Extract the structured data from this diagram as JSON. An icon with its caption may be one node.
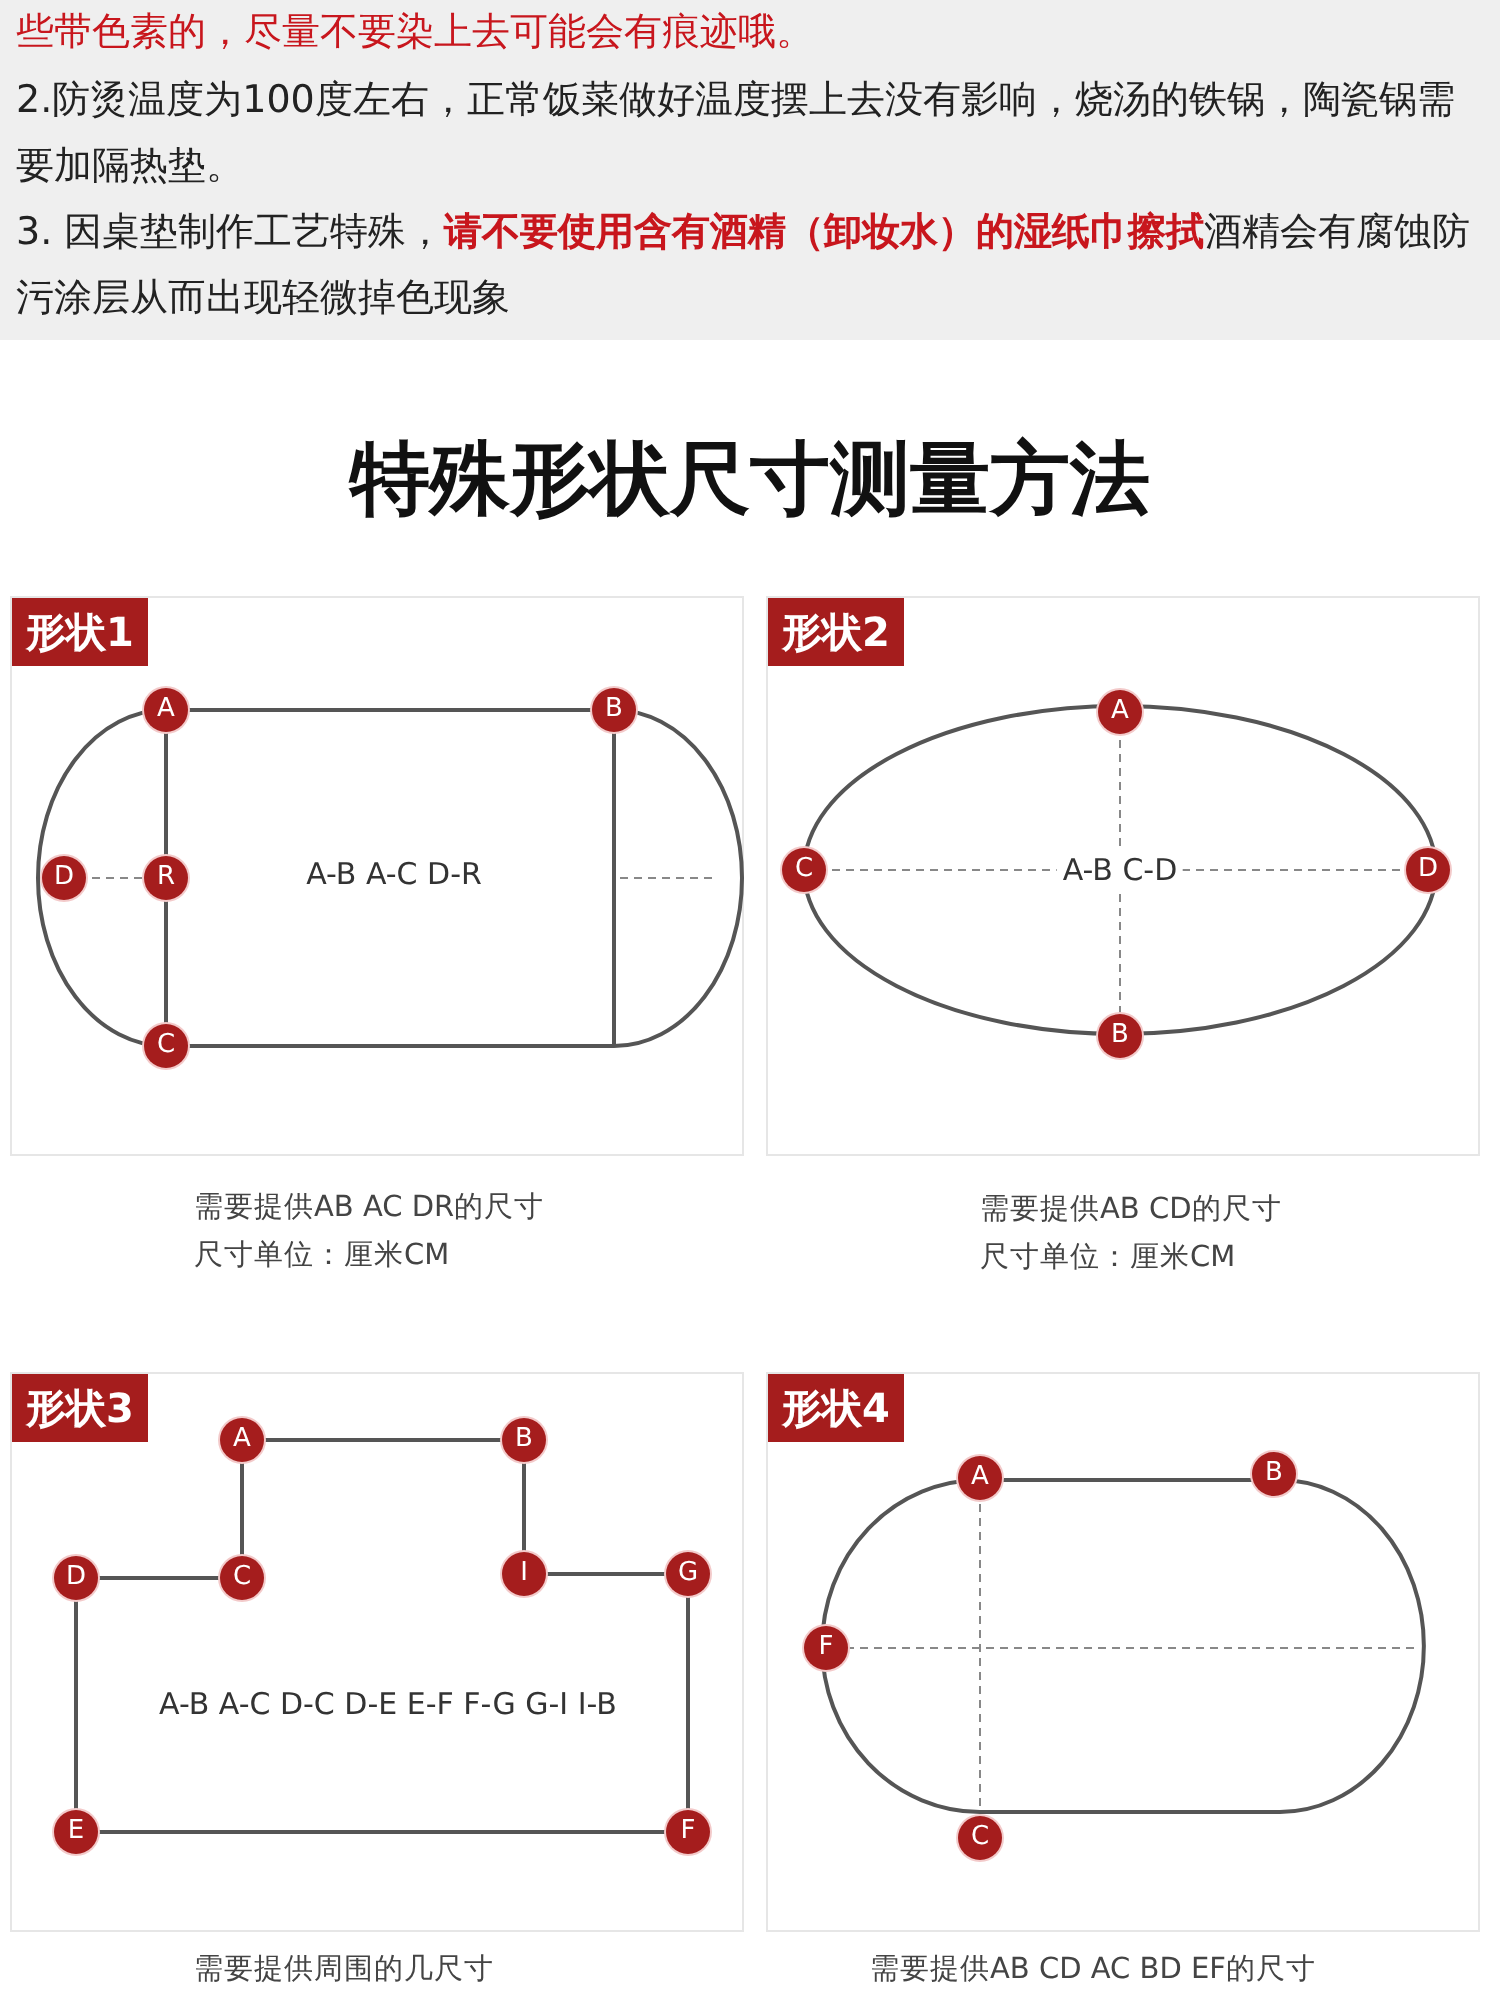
{
  "diagram": {
    "title": "特殊形状尺寸测量方法",
    "nodes": [
      {
        "text": [
          "形状1",
          "A-B  A-C  D-R"
        ],
        "beside": [
          "需要提供AB AC DR的尺寸",
          "尺寸单位：厘米CM"
        ]
      },
      {
        "text": [
          "A"
        ],
        "in": 0
      },
      {
        "text": [
          "B"
        ],
        "in": 0
      },
      {
        "text": [
          "D"
        ],
        "in": 0
      },
      {
        "text": [
          "R"
        ],
        "in": 0
      },
      {
        "text": [
          "C"
        ],
        "in": 0
      },
      {
        "text": [
          "形状2",
          "A-B  C-D"
        ],
        "beside": [
          "需要提供AB CD的尺寸",
          "尺寸单位：厘米CM"
        ]
      },
      {
        "text": [
          "A"
        ],
        "in": 6
      },
      {
        "text": [
          "C"
        ],
        "in": 6
      },
      {
        "text": [
          "D"
        ],
        "in": 6
      },
      {
        "text": [
          "B"
        ],
        "in": 6
      },
      {
        "text": [
          "形状3",
          "A-B A-C D-C D-E E-F F-G G-I I-B"
        ],
        "beside": [
          "需要提供周围的几尺寸"
        ]
      },
      {
        "text": [
          "A"
        ],
        "in": 11
      },
      {
        "text": [
          "B"
        ],
        "in": 11
      },
      {
        "text": [
          "D"
        ],
        "in": 11
      },
      {
        "text": [
          "C"
        ],
        "in": 11
      },
      {
        "text": [
          "I"
        ],
        "in": 11
      },
      {
        "text": [
          "G"
        ],
        "in": 11
      },
      {
        "text": [
          "E"
        ],
        "in": 11
      },
      {
        "text": [
          "F"
        ],
        "in": 11
      },
      {
        "text": [
          "形状4"
        ],
        "beside": [
          "需要提供AB CD AC BD EF的尺寸"
        ]
      },
      {
        "text": [
          "A"
        ],
        "in": 20
      },
      {
        "text": [
          "B"
        ],
        "in": 20
      },
      {
        "text": [
          "F"
        ],
        "in": 20
      },
      {
        "text": [
          "C"
        ],
        "in": 20
      }
    ],
    "labels": [
      "些带色素的，尽量不要染上去可能会有痕迹哦。",
      "2.防烫温度为100度左右，正常饭菜做好温度摆上去没有影响，烧汤的铁锅，陶瓷锅需要加隔热垫。",
      "3. 因桌垫制作工艺特殊，**请不要使用含有酒精（卸妆水）的湿纸巾擦拭**酒精会有腐蚀防污涂层从而出现轻微掉色现象"
    ]
  }
}
